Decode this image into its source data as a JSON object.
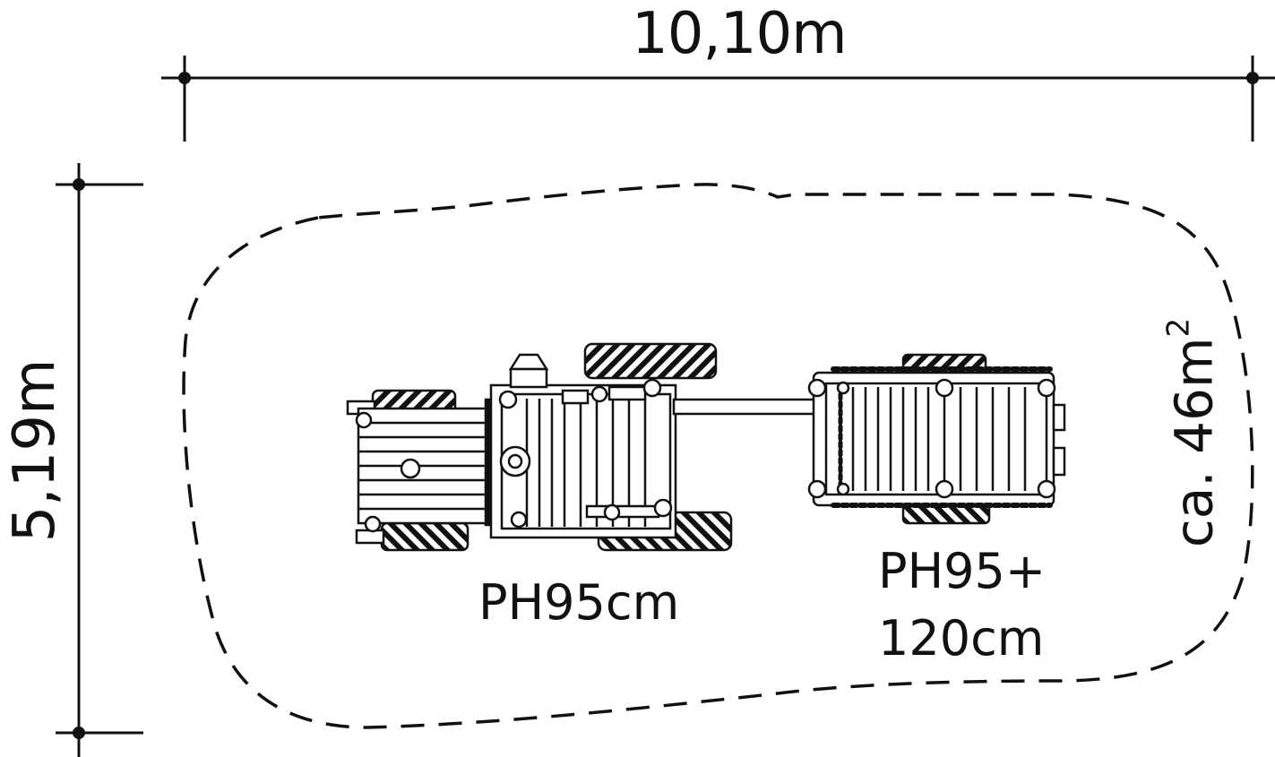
{
  "dimensions": {
    "width_label": "10,10m",
    "height_label": "5,19m"
  },
  "area": {
    "prefix": "ca. 46m",
    "superscript": "2"
  },
  "platform_heights": {
    "tractor": "PH95cm",
    "trailer_line1": "PH95+",
    "trailer_line2": "120cm"
  },
  "colors": {
    "line": "#111111",
    "background": "#ffffff"
  }
}
